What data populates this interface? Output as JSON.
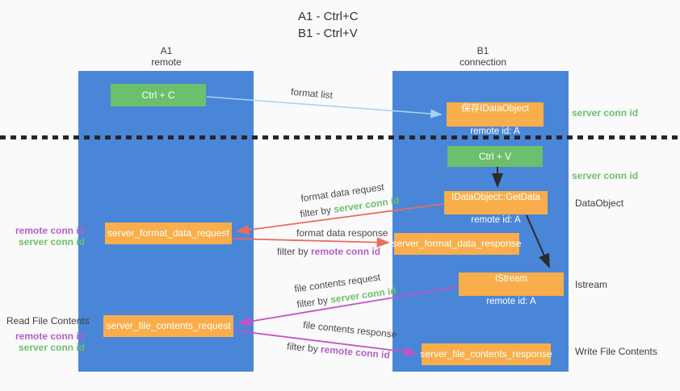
{
  "title": {
    "line1": "A1 - Ctrl+C",
    "line2": "B1 - Ctrl+V"
  },
  "lanes": {
    "left": {
      "title": "A1",
      "subtitle": "remote"
    },
    "right": {
      "title": "B1",
      "subtitle": "connection"
    }
  },
  "boxes": {
    "ctrl_c": {
      "label": "Ctrl + C"
    },
    "ctrl_v": {
      "label": "Ctrl + V"
    },
    "save_idataobject": {
      "line1": "保存IDataObject",
      "line2": "remote id: A"
    },
    "getdata": {
      "line1": "IDataObject::GetData",
      "line2": "remote id: A"
    },
    "istream": {
      "line1": "IStream",
      "line2": "remote id: A"
    },
    "format_data_request": {
      "label": "server_format_data_request"
    },
    "format_data_response": {
      "label": "server_format_data_response"
    },
    "file_contents_request": {
      "label": "server_file_contents_request"
    },
    "file_contents_response": {
      "label": "server_file_contents_response"
    }
  },
  "arrow_labels": {
    "format_list": "format list",
    "format_data_request": "format data request",
    "format_data_response": "format data response",
    "file_contents_request": "file contents request",
    "file_contents_response": "file contents response",
    "filter_by": "filter by ",
    "server_conn_id": "server conn id",
    "remote_conn_id": "remote conn id"
  },
  "side_labels": {
    "server_conn_id": "server conn id",
    "remote_conn_id": "remote conn id",
    "dataobject": "DataObject",
    "istream": "Istream",
    "write_file_contents": "Write File Contents",
    "read_file_contents": "Read File Contents"
  },
  "colors": {
    "lane_blue": "#4a86d8",
    "box_green": "#6cbf6c",
    "box_orange": "#f9ae4b",
    "arrow_red": "#ed6a5e",
    "arrow_magenta": "#c353c5",
    "arrow_lightblue": "#a9d3f2",
    "arrow_black": "#2b2b2b",
    "text_green": "#6cbf6c",
    "text_purple": "#b35fc8"
  }
}
